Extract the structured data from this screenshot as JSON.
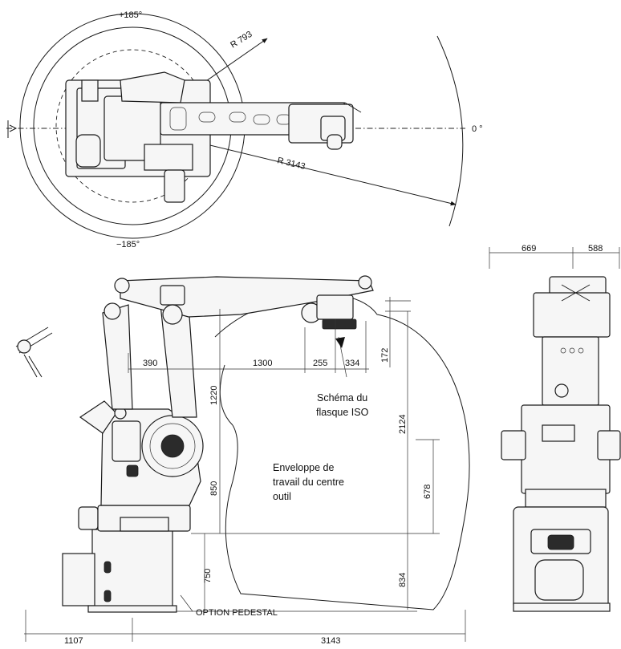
{
  "top_view": {
    "angle_pos": "+185°",
    "angle_neg": "−185°",
    "angle_zero": "0 °",
    "radius_small": "R 793",
    "radius_large": "R 3143"
  },
  "side_view": {
    "dims": {
      "d390": "390",
      "d1300": "1300",
      "d255": "255",
      "d334": "334",
      "d172": "172",
      "d1220": "1220",
      "d850": "850",
      "d750": "750",
      "d2124": "2124",
      "d678": "678",
      "d834": "834",
      "d1107": "1107",
      "d3143": "3143"
    },
    "flange_label_line1": "Schéma du",
    "flange_label_line2": "flasque ISO",
    "envelope_line1": "Enveloppe de",
    "envelope_line2": "travail du centre",
    "envelope_line3": "outil",
    "pedestal_label": "OPTION PEDESTAL"
  },
  "front_view": {
    "dims": {
      "d669": "669",
      "d588": "588"
    }
  }
}
